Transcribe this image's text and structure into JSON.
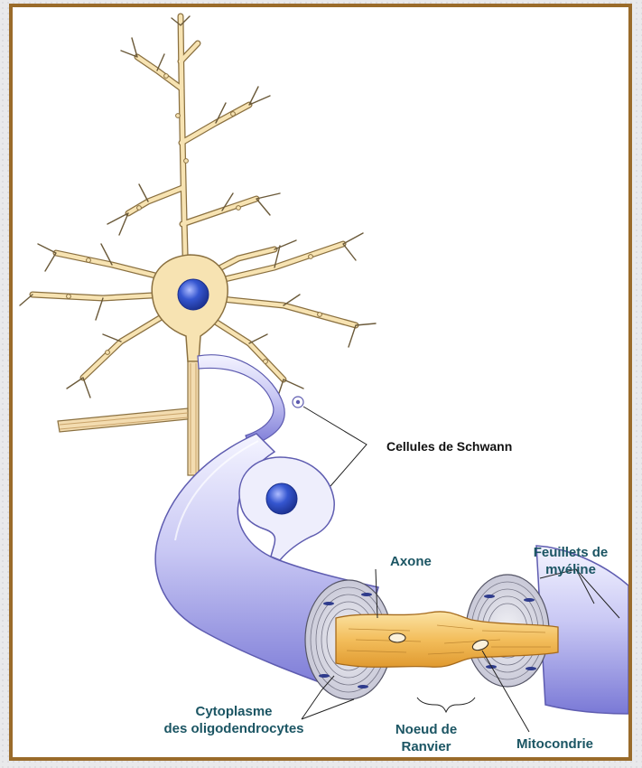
{
  "colors": {
    "frame": "#9a6b2a",
    "neuron_fill": "#f7e3b2",
    "neuron_stroke": "#8a7040",
    "myelin": "#8f8ee0",
    "nucleus": "#2e4fc8",
    "axon": "#f0b44a",
    "label_teal": "#1b5563"
  },
  "labels": {
    "schwann": "Cellules de Schwann",
    "axone": "Axone",
    "feuillets": [
      "Feuillets de",
      "myéline"
    ],
    "cytoplasme": [
      "Cytoplasme",
      "des oligodendrocytes"
    ],
    "noeud": [
      "Noeud de",
      "Ranvier"
    ],
    "mitocondrie": "Mitocondrie"
  }
}
